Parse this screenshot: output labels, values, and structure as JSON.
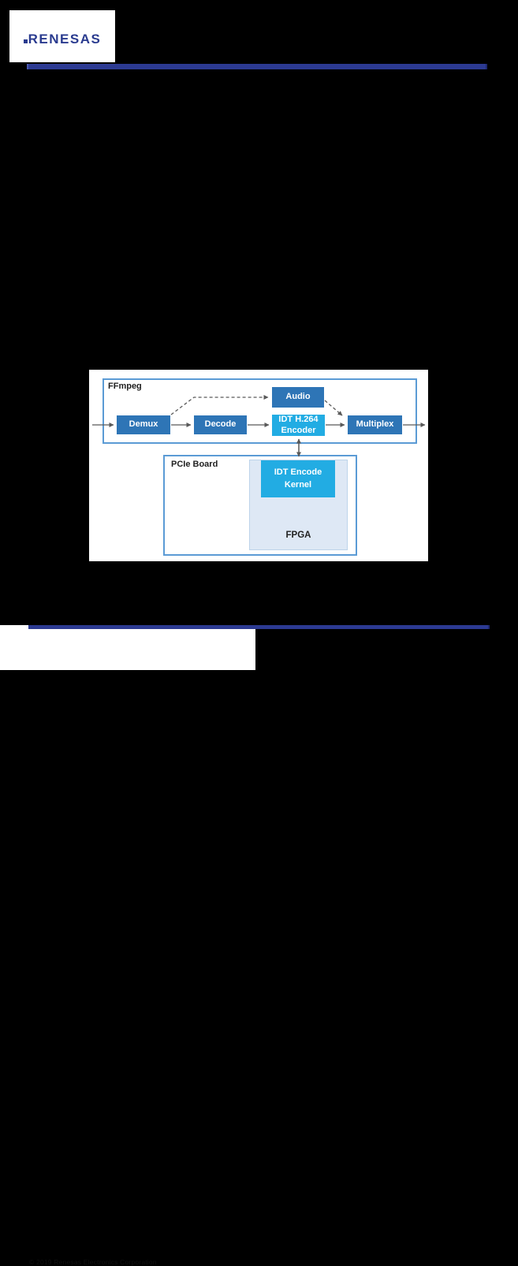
{
  "header": {
    "logo_text": "RENESAS",
    "logo_color": "#2a3b8f",
    "bar_color": "#2c3a92"
  },
  "diagram": {
    "ffmpeg_label": "FFmpeg",
    "nodes": {
      "demux": "Demux",
      "decode": "Decode",
      "encoder_line1": "IDT H.264",
      "encoder_line2": "Encoder",
      "audio": "Audio",
      "multiplex": "Multiplex"
    },
    "pcie_label": "PCIe Board",
    "fpga_label": "FPGA",
    "kernel_line1": "IDT Encode",
    "kernel_line2": "Kernel",
    "flow": [
      "input -> Demux",
      "Demux -> Decode",
      "Decode -> IDT H.264 Encoder",
      "IDT H.264 Encoder -> Multiplex",
      "Multiplex -> output",
      "Demux -(dashed)-> Audio",
      "Audio -(dashed)-> Multiplex",
      "IDT H.264 Encoder <-> IDT Encode Kernel"
    ],
    "colors": {
      "node_blue": "#2e75b6",
      "node_cyan": "#22ace3",
      "container_border": "#5b9bd5",
      "fpga_fill": "#dee8f5",
      "arrow": "#595959"
    }
  },
  "footer": {
    "copyright": "© 2019 Renesas Electronics Corporation",
    "bar_color": "#2c3a92"
  }
}
